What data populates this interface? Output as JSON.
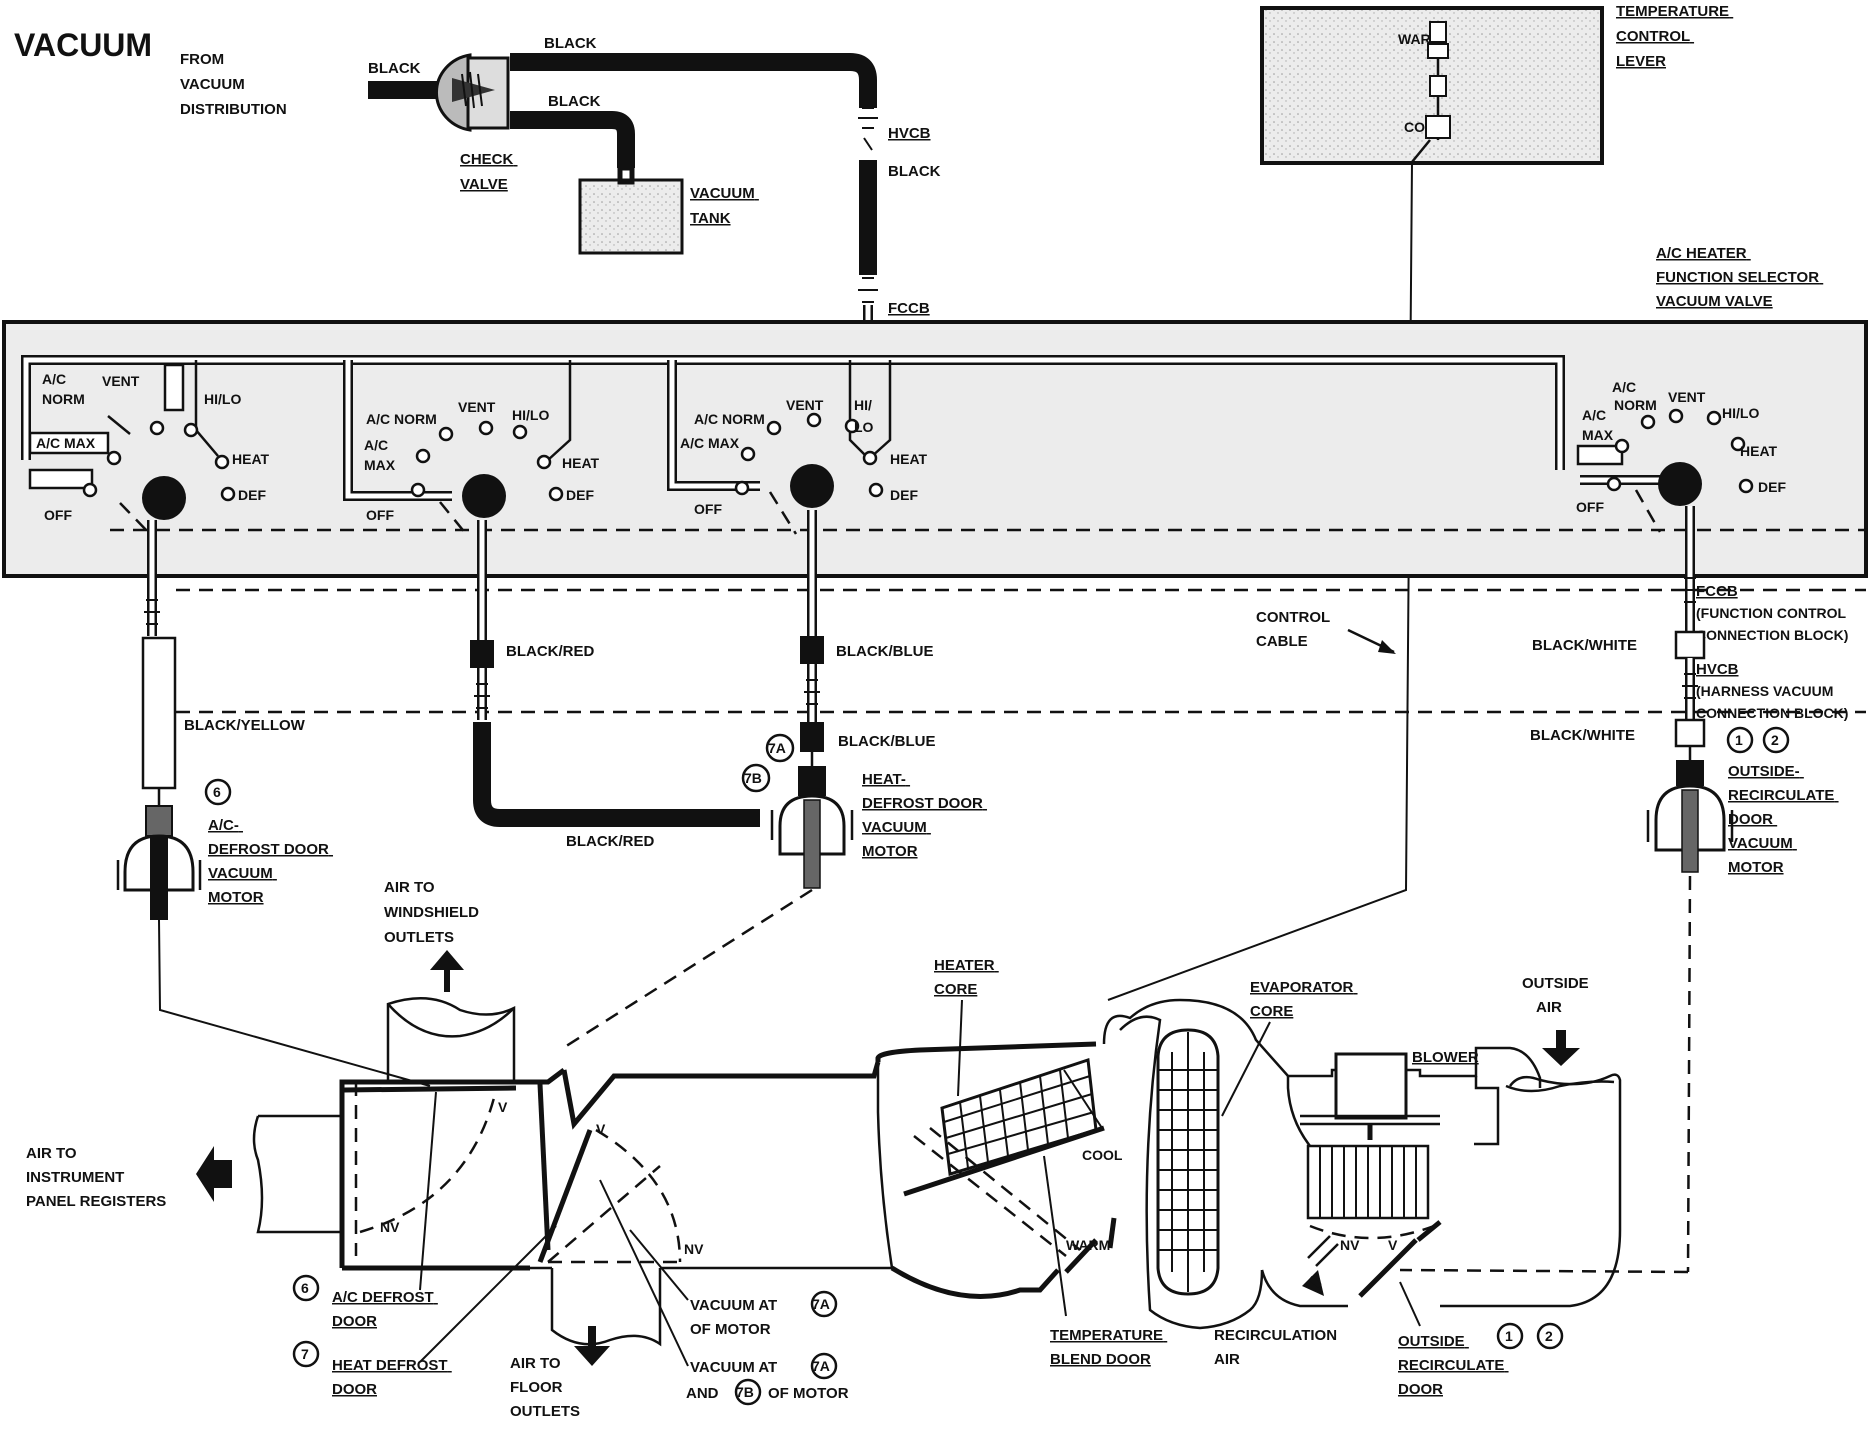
{
  "title": "VACUUM",
  "source": {
    "from_lines": [
      "FROM",
      "VACUUM",
      "DISTRIBUTION"
    ],
    "black_in": "BLACK",
    "black_top": "BLACK",
    "black_tank": "BLACK",
    "check_valve": [
      "CHECK",
      "VALVE"
    ],
    "vacuum_tank": [
      "VACUUM",
      "TANK"
    ],
    "hvcb": "HVCB",
    "black_hvcb": "BLACK",
    "fccb": "FCCB"
  },
  "temp_lever": {
    "label": [
      "TEMPERATURE",
      "CONTROL",
      "LEVER"
    ],
    "warm": "WARM",
    "cool": "COOL"
  },
  "selector_label": [
    "A/C HEATER",
    "FUNCTION SELECTOR",
    "VACUUM VALVE"
  ],
  "valves": {
    "v1": {
      "ac_norm": [
        "A/C",
        "NORM"
      ],
      "vent": "VENT",
      "hilo": "HI/LO",
      "ac_max": "A/C MAX",
      "heat": "HEAT",
      "def": "DEF",
      "off": "OFF"
    },
    "v2": {
      "ac_norm": "A/C NORM",
      "vent": "VENT",
      "hilo": "HI/LO",
      "ac_max": [
        "A/C",
        "MAX"
      ],
      "heat": "HEAT",
      "def": "DEF",
      "off": "OFF"
    },
    "v3": {
      "ac_norm": "A/C NORM",
      "vent": "VENT",
      "hilo": [
        "HI/",
        "LO"
      ],
      "ac_max": "A/C MAX",
      "heat": "HEAT",
      "def": "DEF",
      "off": "OFF"
    },
    "v4": {
      "ac": "A/C",
      "norm": "NORM",
      "vent": "VENT",
      "hilo": "HI/LO",
      "ac_max": [
        "A/C",
        "MAX"
      ],
      "heat": "HEAT",
      "def": "DEF",
      "off": "OFF"
    }
  },
  "hoses": {
    "black_yellow": "BLACK/YELLOW",
    "black_red_1": "BLACK/RED",
    "black_red_2": "BLACK/RED",
    "black_blue_1": "BLACK/BLUE",
    "black_blue_2": "BLACK/BLUE",
    "black_white_1": "BLACK/WHITE",
    "black_white_2": "BLACK/WHITE",
    "fccb": "FCCB",
    "fccb_desc": [
      "(FUNCTION CONTROL",
      "CONNECTION BLOCK)"
    ],
    "hvcb": "HVCB",
    "hvcb_desc": [
      "(HARNESS VACUUM",
      "CONNECTION BLOCK)"
    ],
    "control_cable": [
      "CONTROL",
      "CABLE"
    ]
  },
  "motors": {
    "m6": {
      "num": "6",
      "label": [
        "A/C-",
        "DEFROST DOOR",
        "VACUUM",
        "MOTOR"
      ]
    },
    "m7": {
      "num_a": "7A",
      "num_b": "7B",
      "label": [
        "HEAT-",
        "DEFROST DOOR",
        "VACUUM",
        "MOTOR"
      ]
    },
    "m12": {
      "num_1": "1",
      "num_2": "2",
      "label": [
        "OUTSIDE-",
        "RECIRCULATE",
        "DOOR",
        "VACUUM",
        "MOTOR"
      ]
    }
  },
  "airflow": {
    "windshield": [
      "AIR TO",
      "WINDSHIELD",
      "OUTLETS"
    ],
    "instrument": [
      "AIR TO",
      "INSTRUMENT",
      "PANEL REGISTERS"
    ],
    "floor": [
      "AIR TO",
      "FLOOR",
      "OUTLETS"
    ],
    "heater_core": [
      "HEATER",
      "CORE"
    ],
    "evaporator_core": [
      "EVAPORATOR",
      "CORE"
    ],
    "blower": "BLOWER",
    "outside_air": [
      "OUTSIDE",
      "AIR"
    ],
    "recirc_air": [
      "RECIRCULATION",
      "AIR"
    ],
    "cool": "COOL",
    "warm": "WARM",
    "v": "V",
    "nv": "NV",
    "door6": {
      "num": "6",
      "label": [
        "A/C DEFROST",
        "DOOR"
      ]
    },
    "door7": {
      "num": "7",
      "label": [
        "HEAT DEFROST",
        "DOOR"
      ]
    },
    "vac7a": {
      "pre": "VACUUM AT",
      "num": "7A",
      "post": "OF MOTOR"
    },
    "vac7ab": {
      "pre": "VACUUM AT",
      "num_a": "7A",
      "mid": "AND",
      "num_b": "7B",
      "post": "OF MOTOR"
    },
    "blend_door": [
      "TEMPERATURE",
      "BLEND DOOR"
    ],
    "recirc_door": {
      "label": [
        "OUTSIDE",
        "RECIRCULATE",
        "DOOR"
      ],
      "num_1": "1",
      "num_2": "2"
    }
  }
}
